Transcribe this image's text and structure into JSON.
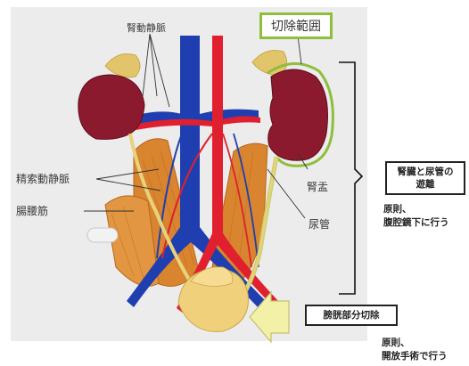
{
  "labels": {
    "renal_vessels": "腎動静脈",
    "resection_range": "切除範囲",
    "spermatic_vessels": "精索動静脈",
    "psoas_muscle": "腸腰筋",
    "renal_pelvis": "腎盂",
    "ureter": "尿管"
  },
  "step1": {
    "title_line1": "腎臓と尿管の",
    "title_line2": "遊離",
    "note_line1": "原則、",
    "note_line2": "腹腔鏡下に行う"
  },
  "step2": {
    "title": "膀胱部分切除",
    "note_line1": "原則、",
    "note_line2": "開放手術で行う"
  },
  "colors": {
    "highlight_border": "#8fbe3c",
    "kidney": "#8b1a2e",
    "artery": "#e0202e",
    "vein": "#1f3fb0",
    "muscle": "#d9842e",
    "bladder": "#f0d07a",
    "arrow": "#f3f0a8"
  }
}
